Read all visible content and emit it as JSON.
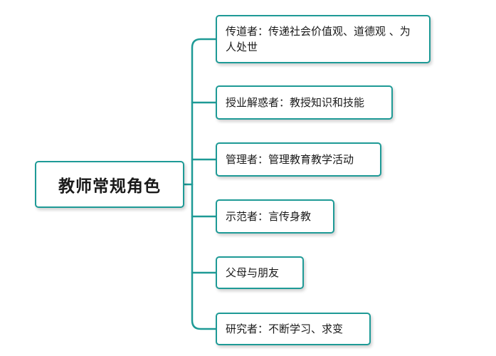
{
  "diagram": {
    "root": {
      "label": "教师常规角色"
    },
    "children": [
      {
        "label": "传道者：传递社会价值观、道德观 、为人处世"
      },
      {
        "label": "授业解惑者：教授知识和技能"
      },
      {
        "label": "管理者：管理教育教学活动"
      },
      {
        "label": "示范者：言传身教"
      },
      {
        "label": "父母与朋友"
      },
      {
        "label": "研究者：不断学习、求变"
      }
    ],
    "colors": {
      "border": "#1e9a96",
      "connector": "#1e9a96",
      "text": "#1a1a1a"
    }
  }
}
